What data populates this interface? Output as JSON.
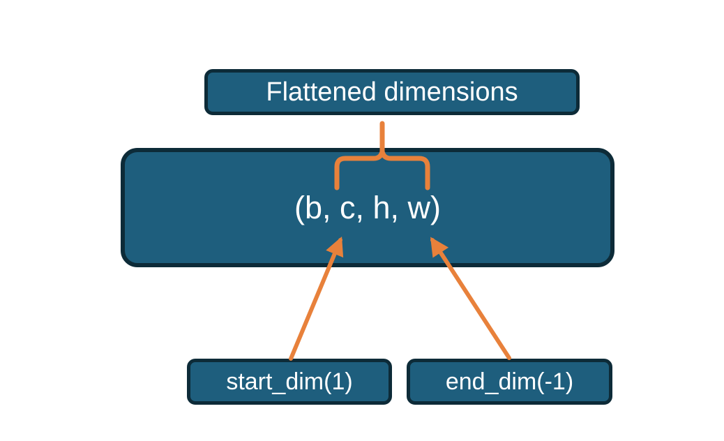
{
  "diagram": {
    "title_box": {
      "label": "Flattened dimensions"
    },
    "tensor_box": {
      "label": "(b, c, h, w)"
    },
    "start_box": {
      "label": "start_dim(1)"
    },
    "end_box": {
      "label": "end_dim(-1)"
    }
  },
  "colors": {
    "box_fill": "#1e5e7d",
    "box_border": "#0d2b38",
    "accent_orange": "#e8813b",
    "text": "#ffffff",
    "background": "#ffffff"
  }
}
